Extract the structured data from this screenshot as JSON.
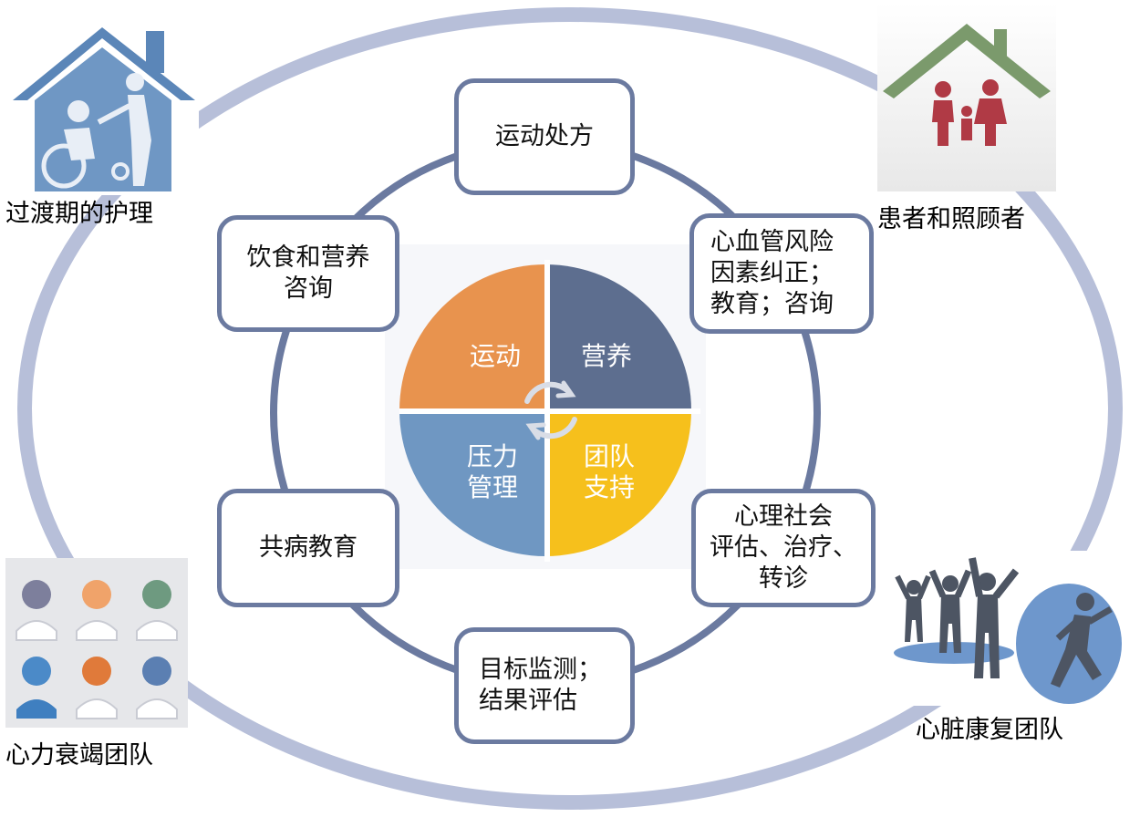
{
  "corners": {
    "top_left": {
      "label": "过渡期的护理",
      "icon": "home-care-icon"
    },
    "top_right": {
      "label": "患者和照顾者",
      "icon": "family-home-icon"
    },
    "bottom_left": {
      "label": "心力衰竭团队",
      "icon": "medical-team-icon"
    },
    "bottom_right": {
      "label": "心脏康复团队",
      "icon": "exercise-people-icon"
    }
  },
  "center": {
    "quadrants": {
      "exercise": "运动",
      "nutrition": "营养",
      "stress_line1": "压力",
      "stress_line2": "管理",
      "team_line1": "团队",
      "team_line2": "支持"
    },
    "colors": {
      "exercise": "#e8934e",
      "nutrition": "#5d6e8f",
      "stress": "#6f97c2",
      "team": "#f6c01c"
    }
  },
  "ring_boxes": {
    "top": {
      "line1": "运动处方"
    },
    "top_right": {
      "line1": "心血管风险",
      "line2": "因素纠正；",
      "line3": "教育；咨询"
    },
    "bottom_right": {
      "line1": "心理社会",
      "line2": "评估、治疗、",
      "line3": "转诊"
    },
    "bottom": {
      "line1": "目标监测；",
      "line2": "结果评估"
    },
    "bottom_left": {
      "line1": "共病教育"
    },
    "top_left": {
      "line1": "饮食和营养",
      "line2": "咨询"
    }
  },
  "colors": {
    "outer_ring": "#b7bfd9",
    "inner_ring": "#6b7aa0",
    "box_border": "#6b7aa0"
  }
}
